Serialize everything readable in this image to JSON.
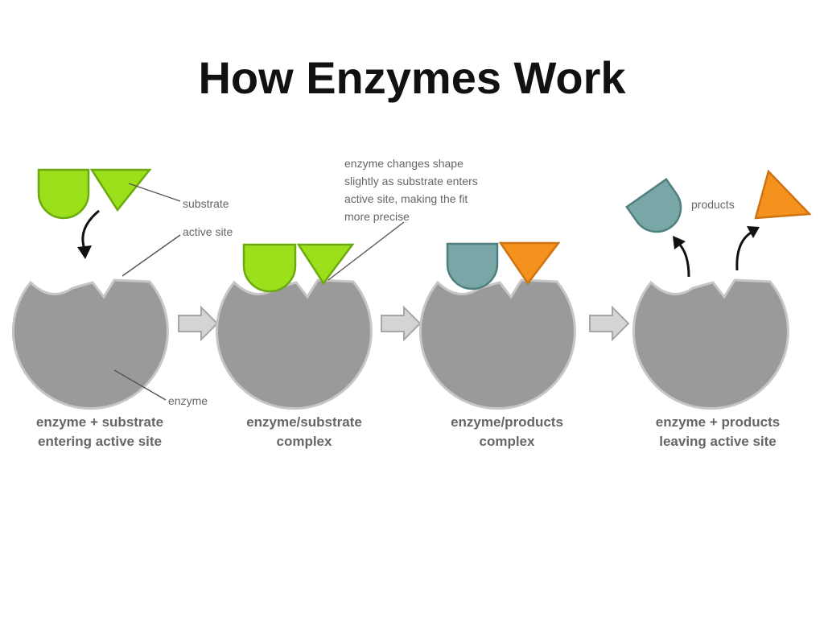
{
  "title": "How Enzymes Work",
  "annotations": {
    "substrate": "substrate",
    "active_site": "active site",
    "enzyme": "enzyme",
    "products": "products",
    "shape_note": [
      "enzyme changes shape",
      "slightly as substrate enters",
      "active site, making the fit",
      "more precise"
    ]
  },
  "stages": [
    {
      "caption": [
        "enzyme + substrate",
        "entering active site"
      ]
    },
    {
      "caption": [
        "enzyme/substrate",
        "complex"
      ]
    },
    {
      "caption": [
        "enzyme/products",
        "complex"
      ]
    },
    {
      "caption": [
        "enzyme + products",
        "leaving active site"
      ]
    }
  ],
  "colors": {
    "enzyme": "#9a9a9a",
    "substrate": "#9be01a",
    "product_a": "#79a7a7",
    "product_b": "#f5921e"
  }
}
